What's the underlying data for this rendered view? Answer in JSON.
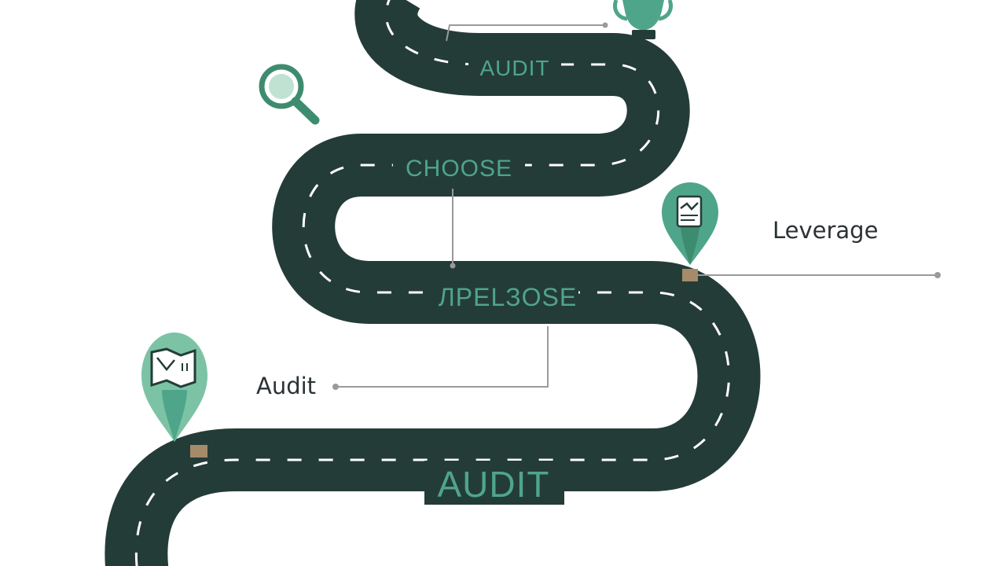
{
  "road_labels": {
    "top": "AUDIT",
    "second": "CHOOSE",
    "third": "ЛРЕLЗOSE",
    "bottom": "AUDIT"
  },
  "side_labels": {
    "leverage": "Leverage",
    "audit": "Audit"
  },
  "colors": {
    "road": "#243c38",
    "road_dash": "#ffffff",
    "accent": "#4fa58a",
    "pin_light": "#7cc3a6",
    "pin_dark": "#3d8c70",
    "connector": "#9a9a9a",
    "marker": "#a68b6a",
    "text": "#2b3236"
  },
  "icons": [
    "magnifier-icon",
    "trophy-icon",
    "location-pin-icon",
    "map-pin-icon"
  ]
}
